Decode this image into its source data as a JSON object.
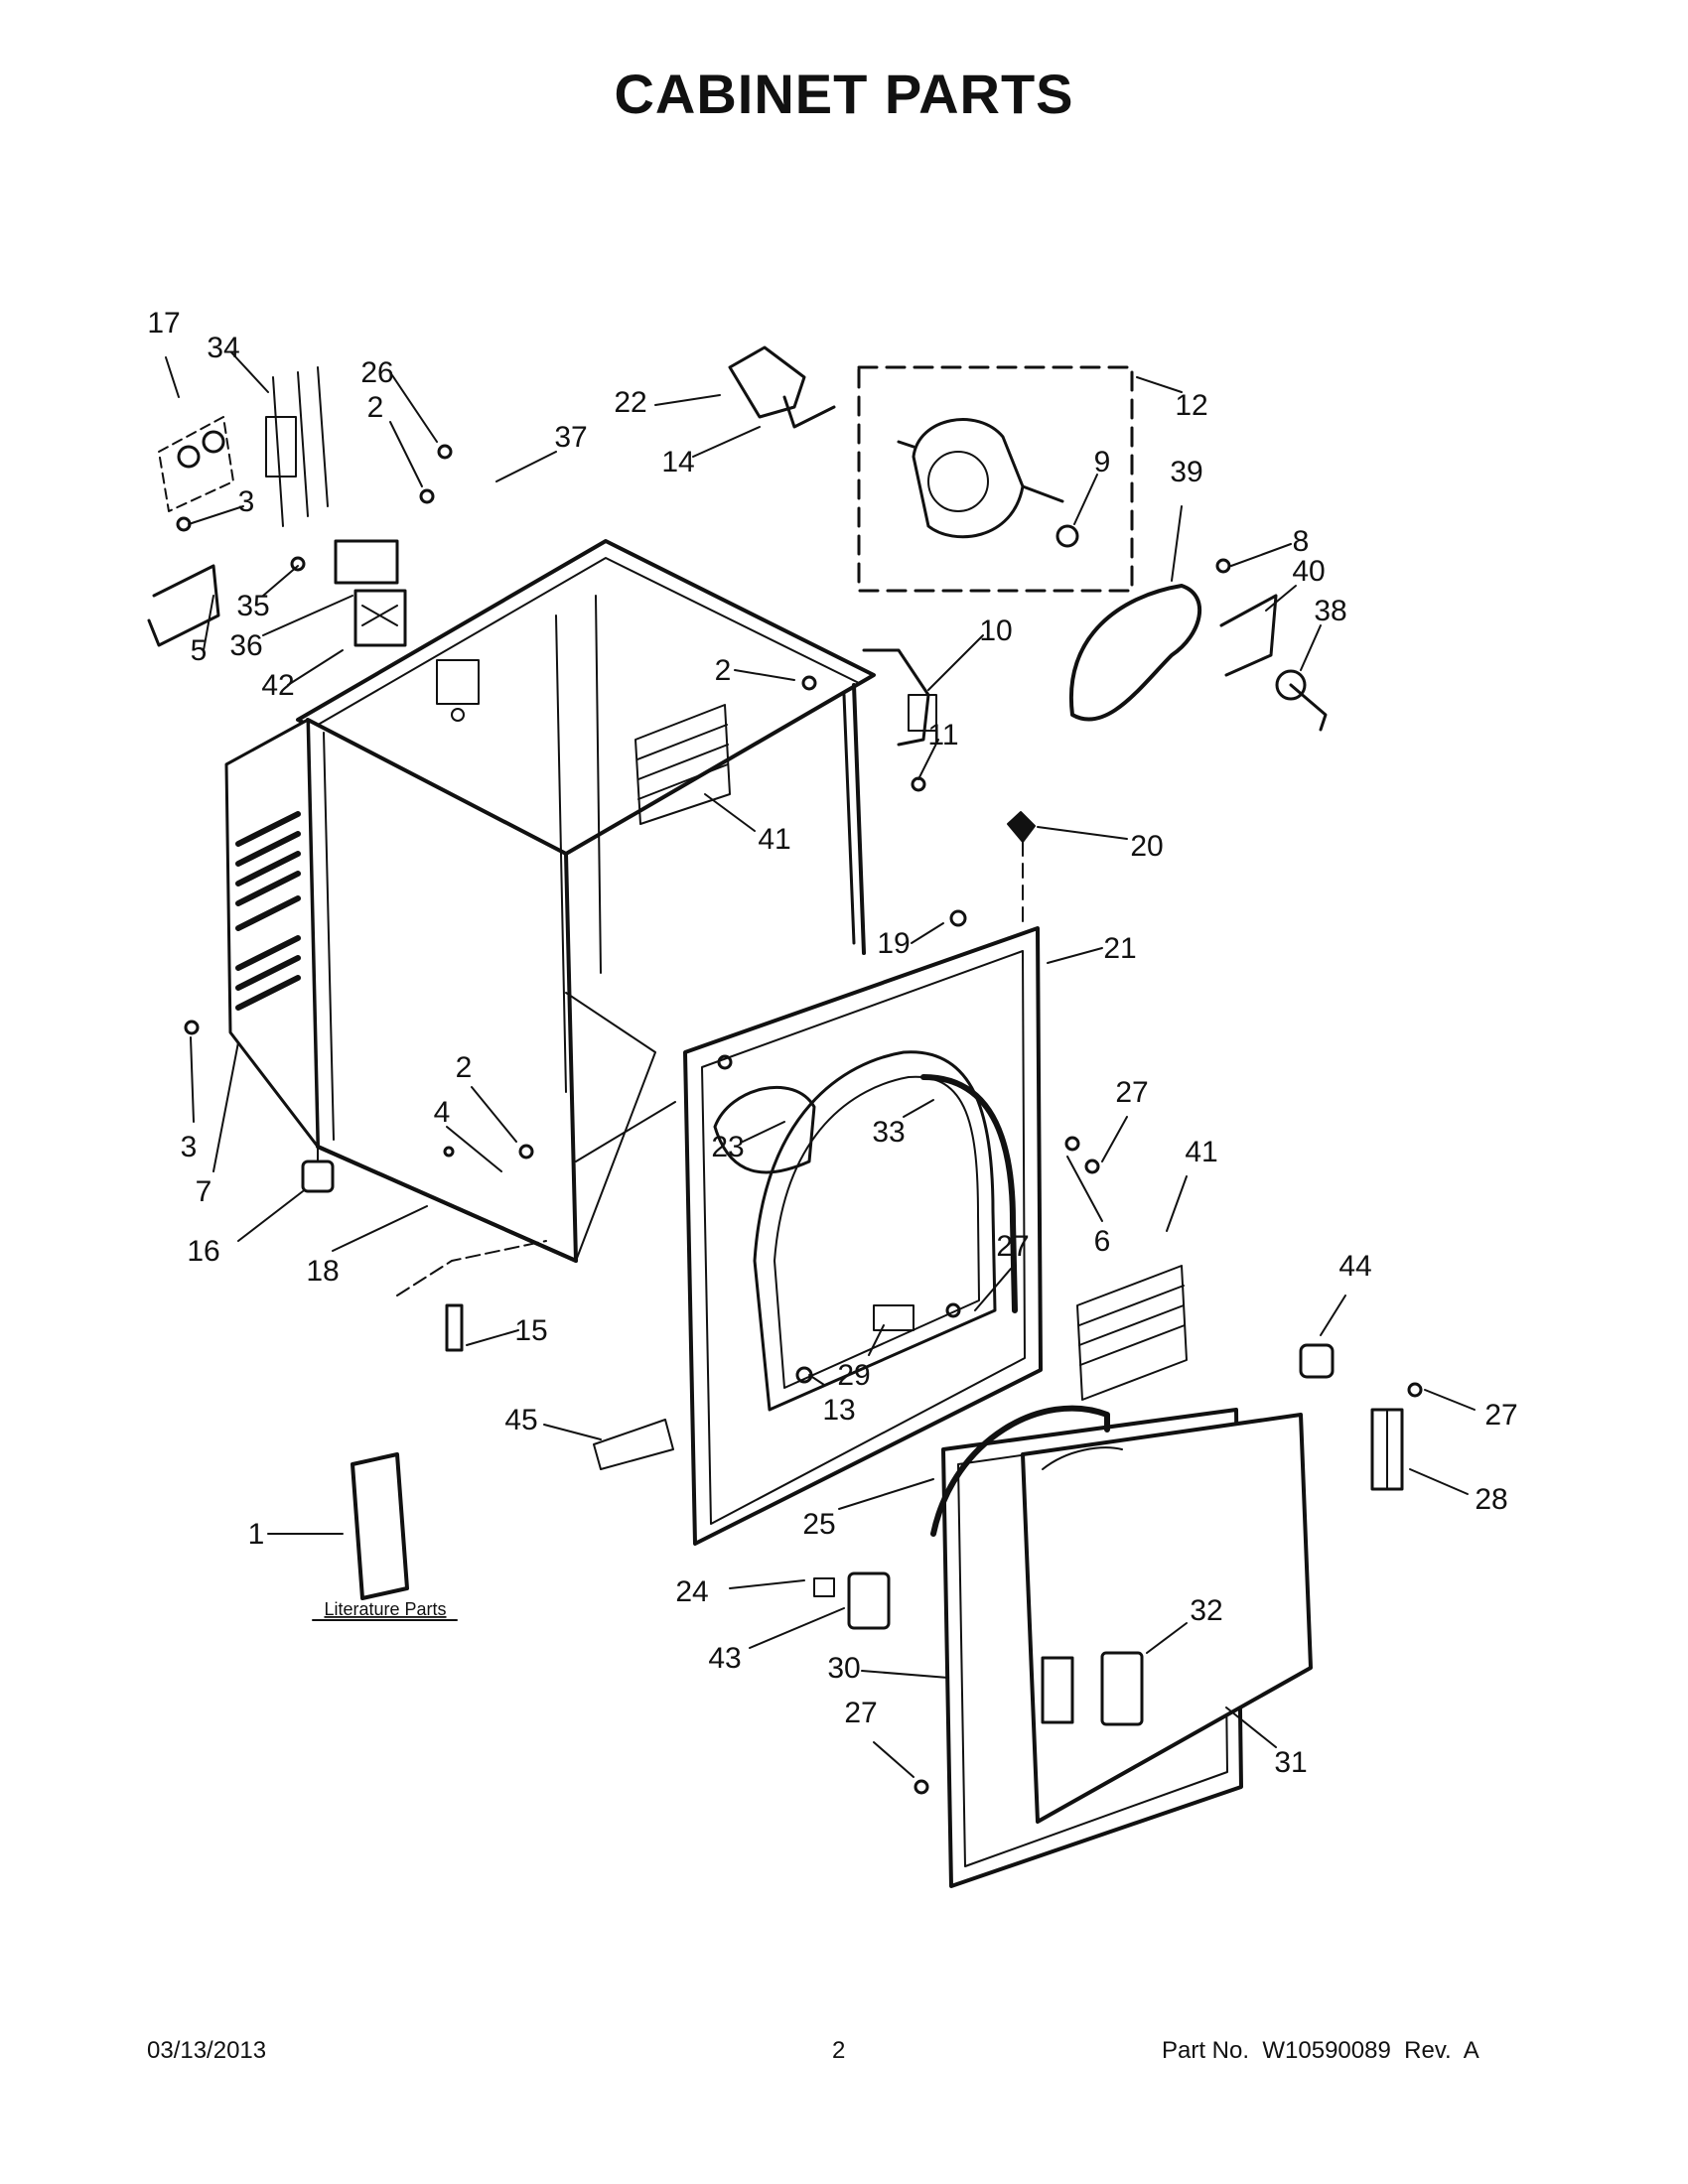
{
  "title": "CABINET PARTS",
  "literature_label": "Literature Parts",
  "footer": {
    "date": "03/13/2013",
    "page": "2",
    "part": "Part No.  W10590089  Rev.  A"
  },
  "callouts": [
    "17",
    "34",
    "26",
    "2",
    "37",
    "22",
    "12",
    "14",
    "9",
    "39",
    "3",
    "35",
    "8",
    "40",
    "36",
    "38",
    "5",
    "42",
    "10",
    "2",
    "11",
    "41",
    "20",
    "19",
    "21",
    "2",
    "3",
    "4",
    "7",
    "23",
    "33",
    "27",
    "41",
    "16",
    "18",
    "6",
    "27",
    "44",
    "15",
    "29",
    "45",
    "13",
    "27",
    "28",
    "25",
    "1",
    "24",
    "32",
    "43",
    "30",
    "27",
    "31"
  ]
}
